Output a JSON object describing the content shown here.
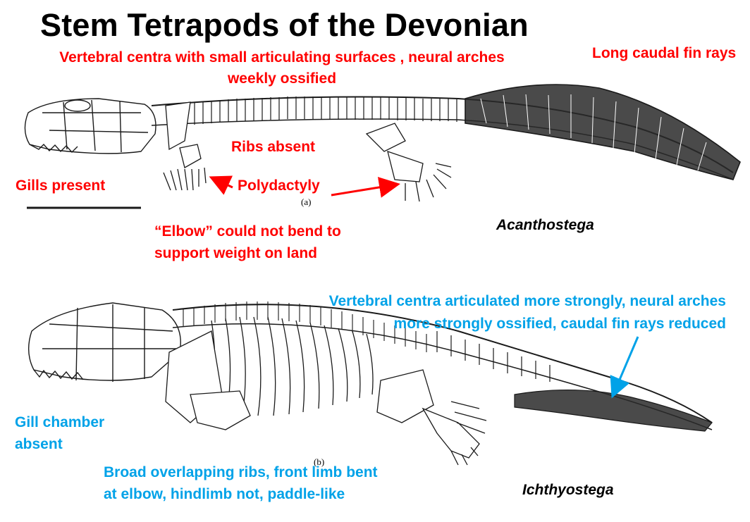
{
  "title": "Stem Tetrapods of the Devonian",
  "acanthostega": {
    "name": "Acanthostega",
    "figure_label": "(a)",
    "notes": {
      "vertebrae_line1": "Vertebral centra with small articulating surfaces , neural arches",
      "vertebrae_line2": "weekly ossified",
      "caudal": "Long caudal fin rays",
      "ribs": "Ribs absent",
      "gills": "Gills present",
      "polydactyly": "Polydactyly",
      "elbow_line1": "“Elbow” could not bend to",
      "elbow_line2": "support weight on land"
    }
  },
  "ichthyostega": {
    "name": "Ichthyostega",
    "figure_label": "(b)",
    "notes": {
      "vertebrae_line1": "Vertebral centra articulated more strongly, neural arches",
      "vertebrae_line2": "more strongly ossified, caudal fin rays reduced",
      "gill_line1": "Gill chamber",
      "gill_line2": "absent",
      "ribs_line1": "Broad overlapping ribs, front limb bent",
      "ribs_line2": "at elbow, hindlimb not, paddle-like"
    }
  },
  "colors": {
    "acanthostega_notes": "#ff0000",
    "ichthyostega_notes": "#00a2e8",
    "drawing": "#1a1a1a"
  }
}
